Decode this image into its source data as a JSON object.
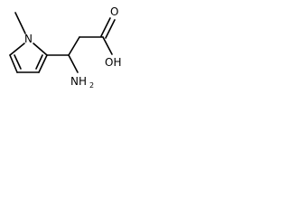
{
  "molecule": {
    "atoms": {
      "n_ring": "N",
      "oxygen_carbonyl": "O",
      "hydroxyl": "OH",
      "amine_main": "NH",
      "amine_sub": "2"
    }
  },
  "colors": {
    "bond": "#000000",
    "text": "#000000",
    "background": "#ffffff"
  }
}
